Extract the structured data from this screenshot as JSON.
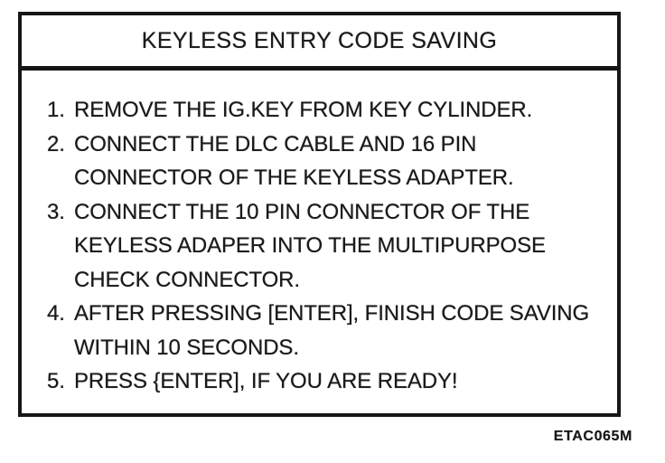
{
  "figure": {
    "title": "KEYLESS ENTRY CODE SAVING",
    "code_label": "ETAC065M",
    "colors": {
      "ink": "#1a1a1a",
      "paper": "#ffffff",
      "border": "#161616"
    },
    "steps": [
      {
        "number": "1.",
        "lines": [
          "REMOVE THE IG.KEY FROM KEY CYLINDER."
        ]
      },
      {
        "number": "2.",
        "lines": [
          "CONNECT THE DLC CABLE AND 16 PIN",
          "CONNECTOR OF THE KEYLESS ADAPTER."
        ]
      },
      {
        "number": "3.",
        "lines": [
          "CONNECT THE 10 PIN CONNECTOR OF THE",
          "KEYLESS ADAPER INTO THE MULTIPURPOSE",
          "CHECK CONNECTOR."
        ]
      },
      {
        "number": "4.",
        "lines": [
          "AFTER PRESSING [ENTER], FINISH CODE SAVING",
          "WITHIN 10 SECONDS."
        ]
      },
      {
        "number": "5.",
        "lines": [
          "PRESS {ENTER], IF YOU ARE READY!"
        ]
      }
    ]
  }
}
